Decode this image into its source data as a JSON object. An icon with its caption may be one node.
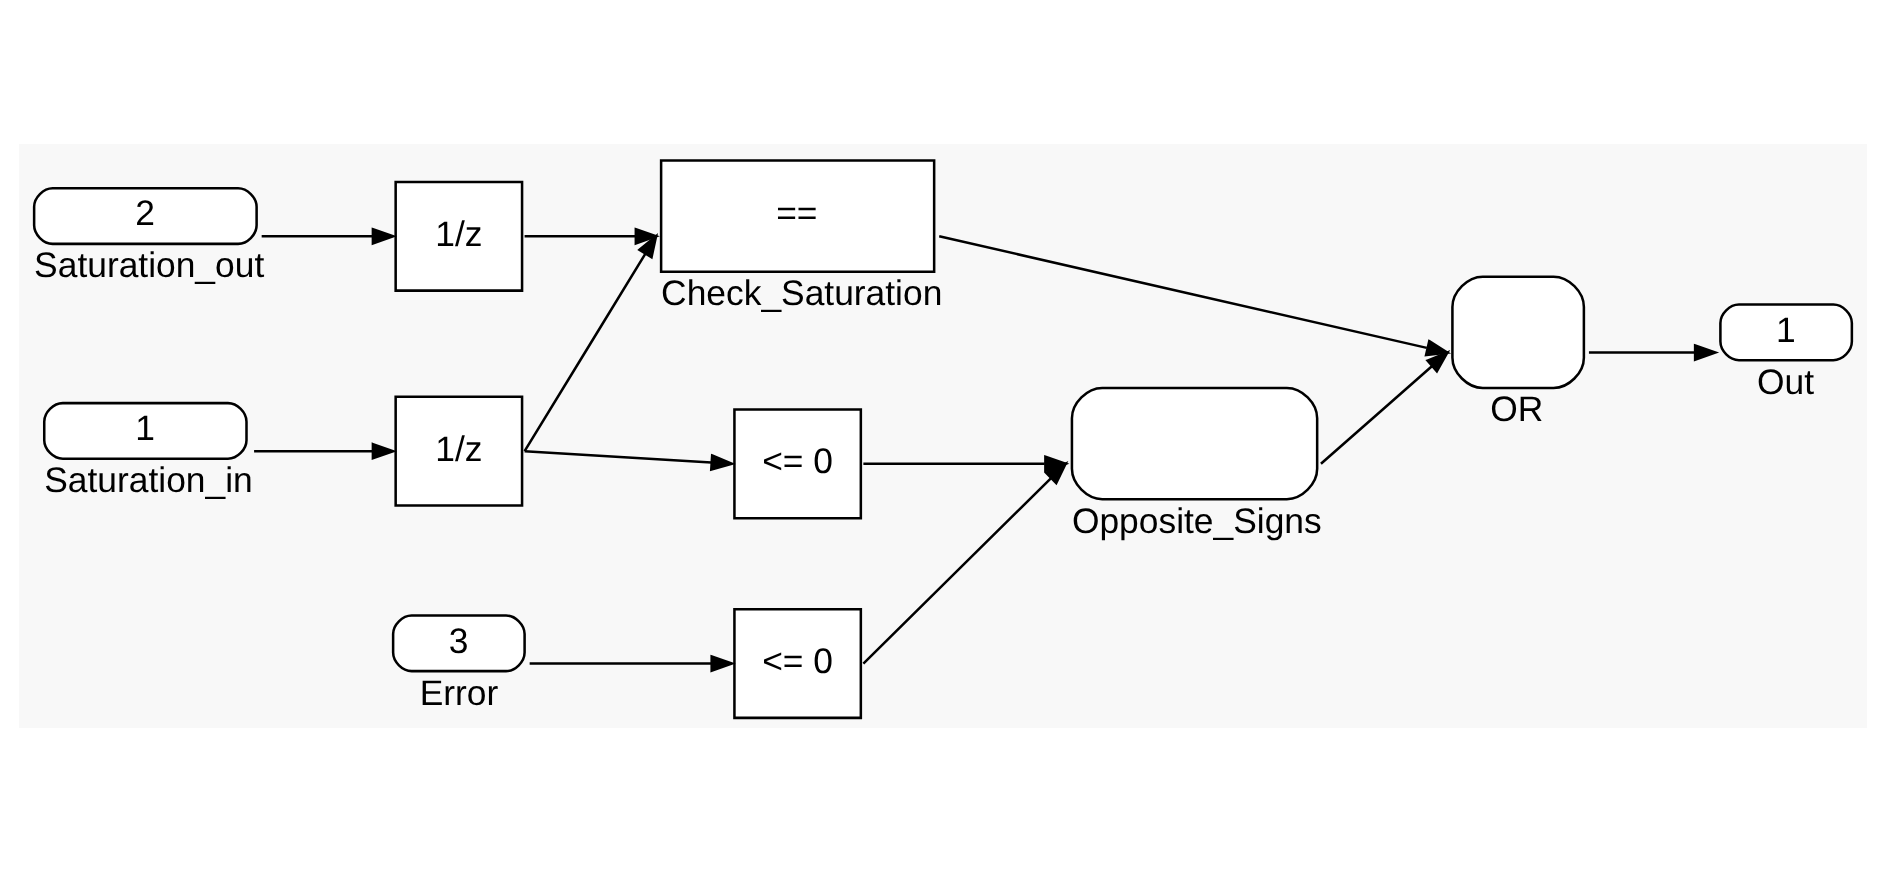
{
  "diagram": {
    "nodes": [
      {
        "text": [
          "2"
        ],
        "beside": [
          "Saturation_out"
        ]
      },
      {
        "text": [
          "1/z"
        ]
      },
      {
        "text": [
          "=="
        ],
        "beside": [
          "Check_Saturation"
        ]
      },
      {
        "text": [
          "1"
        ],
        "beside": [
          "Saturation_in"
        ]
      },
      {
        "text": [
          "1/z"
        ]
      },
      {
        "text": [],
        "shape": "gate",
        "beside": [
          "OR"
        ]
      },
      {
        "text": [
          "1"
        ],
        "beside": [
          "Out"
        ]
      },
      {
        "text": [
          "<= 0"
        ]
      },
      {
        "text": [],
        "shape": "gate",
        "beside": [
          "Opposite_Signs"
        ]
      },
      {
        "text": [
          "3"
        ],
        "beside": [
          "Error"
        ]
      },
      {
        "text": [
          "<= 0"
        ]
      }
    ],
    "edges": [
      {
        "from": 0,
        "to": 1,
        "arrow": "to"
      },
      {
        "from": 1,
        "to": 2,
        "arrow": "to"
      },
      {
        "from": 4,
        "to": 2,
        "arrow": "to"
      },
      {
        "from": 3,
        "to": 4,
        "arrow": "to"
      },
      {
        "from": 4,
        "to": 7,
        "arrow": "to"
      },
      {
        "from": 7,
        "to": 8,
        "arrow": "to"
      },
      {
        "from": 10,
        "to": 8,
        "arrow": "to"
      },
      {
        "from": 9,
        "to": 10,
        "arrow": "to"
      },
      {
        "from": 2,
        "to": 5,
        "arrow": "to"
      },
      {
        "from": 8,
        "to": 5,
        "arrow": "to"
      },
      {
        "from": 5,
        "to": 6,
        "arrow": "to"
      }
    ]
  }
}
